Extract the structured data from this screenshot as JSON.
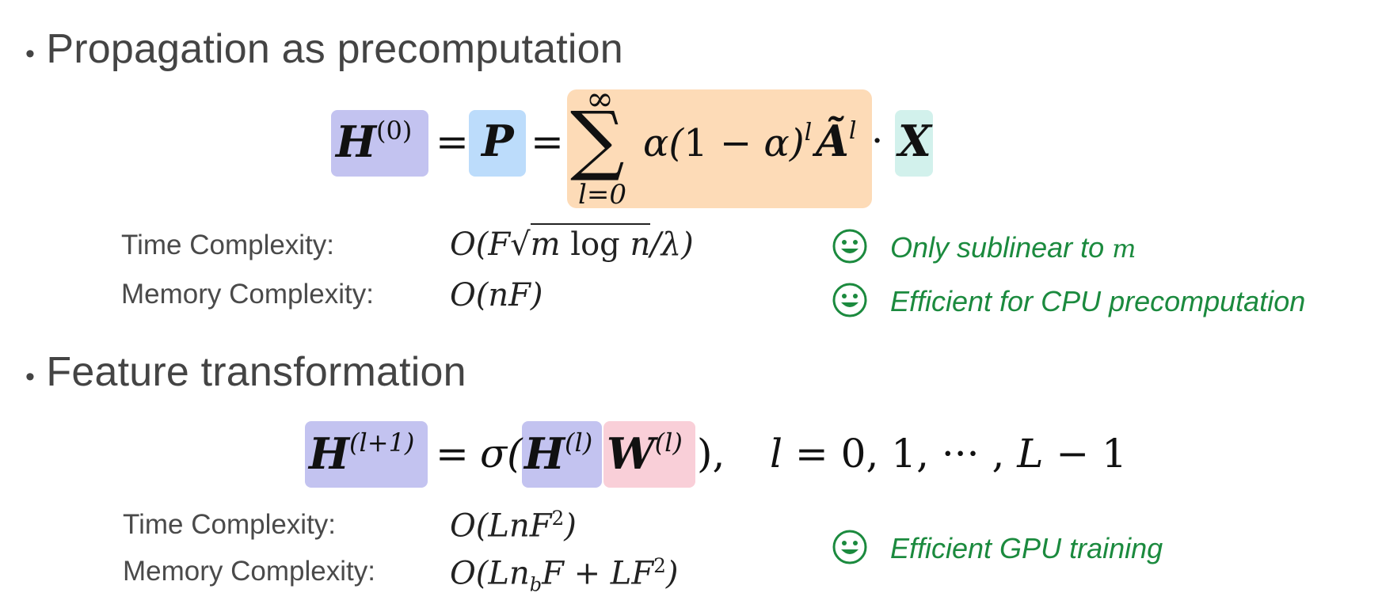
{
  "sections": [
    {
      "title": "Propagation as precomputation",
      "rows": [
        {
          "label": "Time Complexity:",
          "formula": "O(F√m log n/λ)",
          "note": "Only sublinear to m"
        },
        {
          "label": "Memory Complexity:",
          "formula": "O(nF)",
          "note": "Efficient for CPU precomputation"
        }
      ]
    },
    {
      "title": "Feature transformation",
      "rows": [
        {
          "label": "Time Complexity:",
          "formula": "O(LnF²)",
          "note": "Efficient GPU training"
        },
        {
          "label": "Memory Complexity:",
          "formula": "O(Ln_bF + LF²)",
          "note": ""
        }
      ]
    }
  ],
  "equations": {
    "propagation": "H^(0) = P = Σ_{l=0}^{∞} α(1−α)^l Ã^l · X",
    "transformation": "H^(l+1) = σ(H^(l) W^(l)),   l = 0, 1, ···, L − 1"
  },
  "colors": {
    "heading_text": "#444444",
    "note_green": "#1b8a3e",
    "highlight_H": "#c3c3f0",
    "highlight_P": "#bcdcfb",
    "highlight_sum": "#fddbb7",
    "highlight_X": "#d2f1ec",
    "highlight_W": "#f9cfd8"
  },
  "icons": [
    "smiley-icon"
  ]
}
